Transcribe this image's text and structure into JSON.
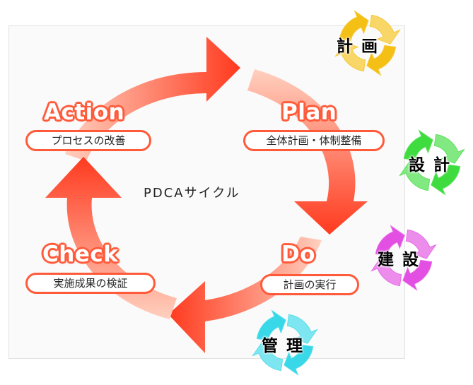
{
  "center_label": "PDCAサイクル",
  "phases": {
    "plan": {
      "title": "Plan",
      "desc": "全体計画・体制整備"
    },
    "do": {
      "title": "Do",
      "desc": "計画の実行"
    },
    "check": {
      "title": "Check",
      "desc": "実施成果の検証"
    },
    "action": {
      "title": "Action",
      "desc": "プロセスの改善"
    }
  },
  "stages": [
    {
      "label": "計画",
      "color": "#f5c016"
    },
    {
      "label": "設計",
      "color": "#3fdc3f"
    },
    {
      "label": "建設",
      "color": "#e24fe2"
    },
    {
      "label": "管理",
      "color": "#38d8e8"
    }
  ],
  "colors": {
    "cycle_dark": "#ff3a1e",
    "cycle_light": "#ffcdb8",
    "outline": "#ff5a3a"
  }
}
